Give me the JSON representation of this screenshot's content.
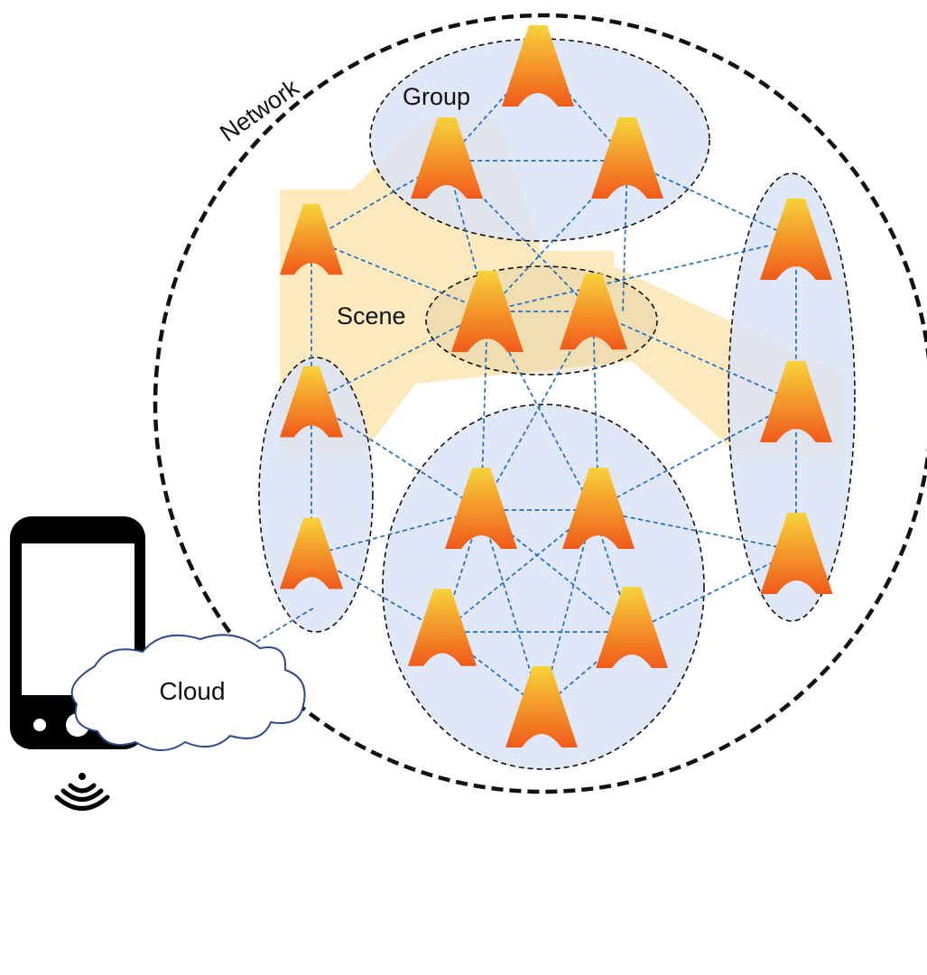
{
  "labels": {
    "network": "Network",
    "group": "Group",
    "scene": "Scene",
    "cloud": "Cloud"
  },
  "colors": {
    "link": "#1f6fc4",
    "group_fill": "#dbe3f4",
    "scene_fill": "#fbe3a8",
    "outline": "#111111",
    "node_top": "#f7d33a",
    "node_bottom": "#f05a1a",
    "cloud_stroke": "#2f4a8a"
  },
  "icons": {
    "node": "light-node-icon",
    "phone": "smartphone-icon",
    "wireless": "wireless-signal-icon",
    "cloud": "cloud-icon"
  }
}
